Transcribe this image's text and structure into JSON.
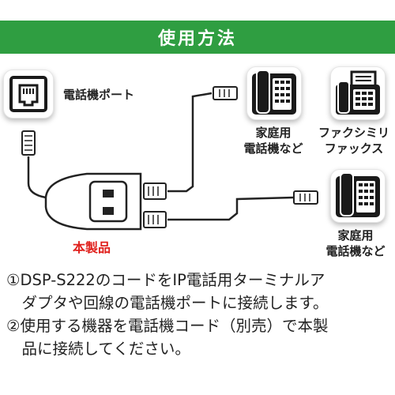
{
  "header": {
    "title": "使用方法"
  },
  "diagram": {
    "port_label": "電話機ポート",
    "home_phone_label_1": [
      "家庭用",
      "電話機など"
    ],
    "fax_label": [
      "ファクシミリ",
      "ファックス"
    ],
    "home_phone_label_2": [
      "家庭用",
      "電話機など"
    ],
    "product_label": "本製品"
  },
  "instructions": {
    "step1_line1": "①DSP-S222のコードをIP電話用ターミナルア",
    "step1_line2": "　ダプタや回線の電話機ポートに接続します。",
    "step2_line1": "②使用する機器を電話機コード（別売）で本製",
    "step2_line2": "　品に接続してください。"
  },
  "colors": {
    "banner": "#2f9e41",
    "product_label": "#e0201c",
    "tile_icon": "#1a1a1a"
  }
}
